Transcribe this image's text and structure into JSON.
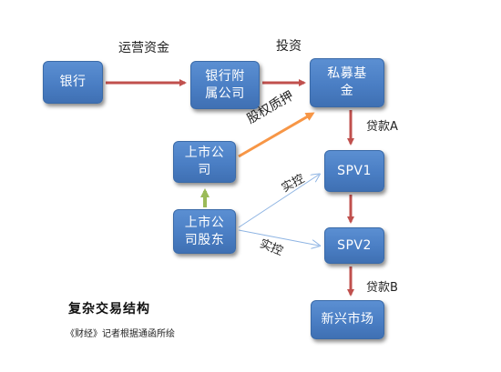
{
  "nodes": {
    "bank": "银行",
    "bank_unit": "银行附\n属公司",
    "private_fund": "私募基\n金",
    "listed_company": "上市公\n司",
    "shareholder": "上市公\n司股东",
    "spv1": "SPV1",
    "spv2": "SPV2",
    "emerging_market": "新兴市场"
  },
  "edges": {
    "operating_funds": "运营资金",
    "investment": "投资",
    "equity_pledge": "股权质押",
    "loan_a": "贷款A",
    "control_1": "实控",
    "control_2": "实控",
    "loan_b": "贷款B"
  },
  "caption": {
    "title": "复杂交易结构",
    "source": "《财经》记者根据通函所绘"
  },
  "colors": {
    "node_fill": "#4a7ec4",
    "red_arrow": "#c0504d",
    "orange_arrow": "#f79646",
    "green_arrow": "#9bbb59",
    "blue_arrow": "#8eb4e3"
  }
}
